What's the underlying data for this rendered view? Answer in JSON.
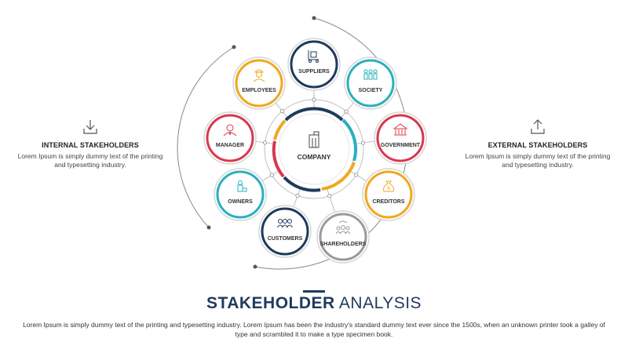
{
  "center": {
    "label": "COMPANY",
    "icon": "building-icon"
  },
  "nodes": [
    {
      "id": "suppliers",
      "label": "SUPPLIERS",
      "color": "#1f3a5c",
      "icon": "trolley-icon"
    },
    {
      "id": "society",
      "label": "SOCIETY",
      "color": "#2ab0be",
      "icon": "people-icon"
    },
    {
      "id": "government",
      "label": "GOVERNMENT",
      "color": "#d9374f",
      "icon": "bank-icon"
    },
    {
      "id": "creditors",
      "label": "CREDITORS",
      "color": "#f0a81f",
      "icon": "moneybag-icon"
    },
    {
      "id": "shareholders",
      "label": "SHAREHOLDERS",
      "color": "#9a9a9a",
      "icon": "group-icon"
    },
    {
      "id": "customers",
      "label": "CUSTOMERS",
      "color": "#1f3a5c",
      "icon": "customers-icon"
    },
    {
      "id": "owners",
      "label": "OWNERS",
      "color": "#2ab0be",
      "icon": "owner-icon"
    },
    {
      "id": "manager",
      "label": "MANAGER",
      "color": "#d9374f",
      "icon": "manager-icon"
    },
    {
      "id": "employees",
      "label": "EMPLOYEES",
      "color": "#f0a81f",
      "icon": "worker-icon"
    }
  ],
  "internal": {
    "title": "INTERNAL STAKEHOLDERS",
    "text": "Lorem Ipsum is simply dummy text of the printing and typesetting industry.",
    "icon": "download-icon"
  },
  "external": {
    "title": "EXTERNAL STAKEHOLDERS",
    "text": "Lorem Ipsum is simply dummy text of the printing and typesetting industry.",
    "icon": "upload-icon"
  },
  "title": {
    "bold": "STAKEHOLDER",
    "normal": "ANALYSIS"
  },
  "description": "Lorem Ipsum is simply dummy text of the printing and typesetting industry. Lorem Ipsum has been the industry's standard dummy text ever since the 1500s, when an unknown printer took a galley of type and scrambled it to make a type specimen book."
}
